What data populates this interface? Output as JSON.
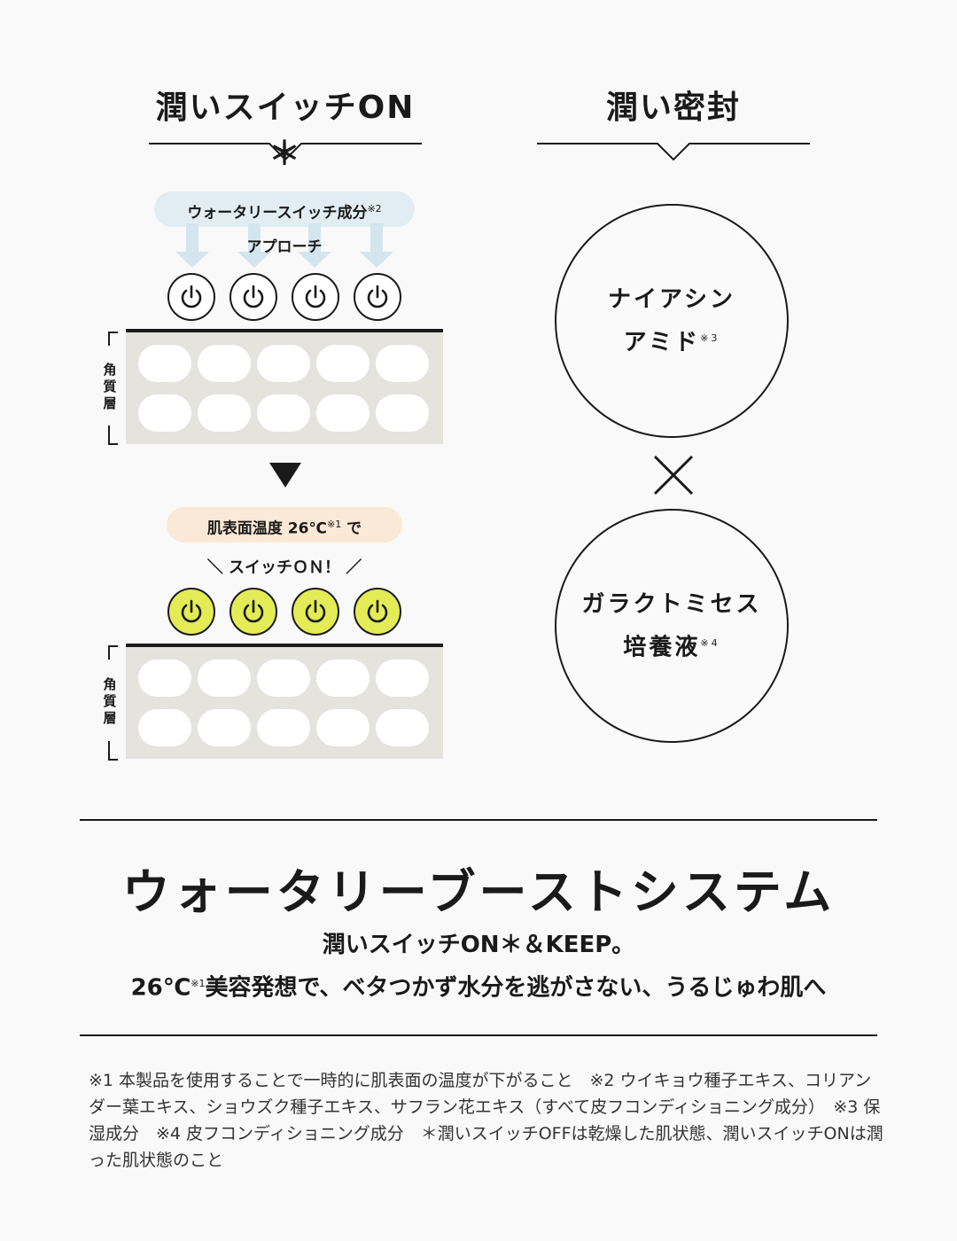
{
  "left": {
    "title": "潤いスイッチON＊",
    "approach_pill": {
      "text": "ウォータリースイッチ成分",
      "note": "※2"
    },
    "approach_label": "アプローチ",
    "layer_label": [
      "角",
      "質",
      "層"
    ],
    "temp_pill": {
      "text": "肌表面温度 26℃",
      "note": "※1",
      "suffix": " で"
    },
    "switch_on_label": "＼ スイッチＯＮ！ ／"
  },
  "right": {
    "title": "潤い密封",
    "circle1": {
      "line1": "ナイアシン",
      "line2": "アミド",
      "note": "※3"
    },
    "cross": "×",
    "circle2": {
      "line1": "ガラクトミセス",
      "line2": "培養液",
      "note": "※4"
    }
  },
  "main": {
    "title": "ウォータリーブーストシステム",
    "tagline1": "潤いスイッチON＊＆KEEP。",
    "tagline2_pre": "26℃",
    "tagline2_note": "※1",
    "tagline2_post": "美容発想で、ベタつかず水分を逃がさない、うるじゅわ肌へ"
  },
  "footnotes": "※1 本製品を使用することで一時的に肌表面の温度が下がること　※2 ウイキョウ種子エキス、コリアンダー葉エキス、ショウズク種子エキス、サフラン花エキス（すべて皮フコンディショニング成分）　※3 保湿成分　※4 皮フコンディショニング成分　＊潤いスイッチOFFは乾燥した肌状態、潤いスイッチONは潤った肌状態のこと",
  "colors": {
    "approach_pill": "#e1edf3",
    "arrow": "#d3e5ef",
    "temp_pill": "#fbe9d7",
    "power_on": "#e3ec55",
    "layer": "#e4e3de"
  }
}
